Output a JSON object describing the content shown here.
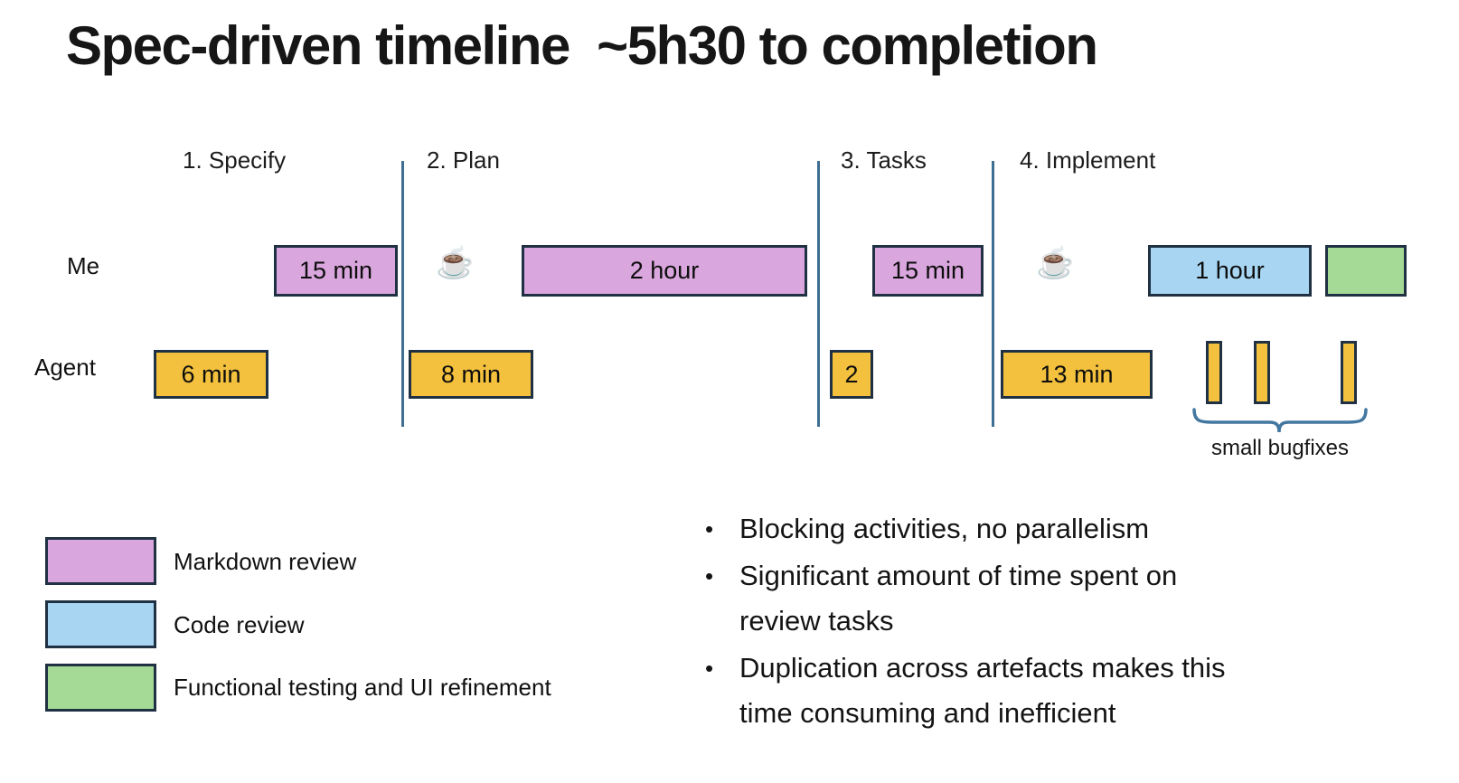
{
  "slide": {
    "title": "Spec-driven timeline  ~5h30 to completion"
  },
  "timeline": {
    "phase_labels": [
      {
        "label": "1. Specify"
      },
      {
        "label": "2. Plan"
      },
      {
        "label": "3. Tasks"
      },
      {
        "label": "4. Implement"
      }
    ],
    "row_labels": {
      "me": "Me",
      "agent": "Agent"
    },
    "me_row": {
      "box1": {
        "label": "15 min",
        "category": "Markdown review"
      },
      "coffee1": "☕",
      "box2": {
        "label": "2 hour",
        "category": "Markdown review"
      },
      "box3": {
        "label": "15 min",
        "category": "Markdown review"
      },
      "coffee2": "☕",
      "box4": {
        "label": "1 hour",
        "category": "Code review"
      },
      "box5": {
        "label": "",
        "category": "Functional testing and UI refinement"
      }
    },
    "agent_row": {
      "box1": {
        "label": "6 min"
      },
      "box2": {
        "label": "8 min"
      },
      "box3": {
        "label": "2"
      },
      "box4": {
        "label": "13 min"
      },
      "bugfix_bar_count": 3,
      "bugfix_caption": "small bugfixes"
    }
  },
  "legend": {
    "items": [
      {
        "label": "Markdown review",
        "color": "#D9A6DD"
      },
      {
        "label": "Code review",
        "color": "#A7D5F2"
      },
      {
        "label": "Functional testing and UI refinement",
        "color": "#A5D996"
      }
    ]
  },
  "notes": {
    "bullets": [
      "Blocking activities, no parallelism",
      "Significant amount of time spent on review tasks",
      "Duplication across artefacts makes this time consuming and inefficient"
    ]
  },
  "colors": {
    "markdown_review": "#D9A6DD",
    "code_review": "#A7D5F2",
    "functional_testing": "#A5D996",
    "agent_task": "#F3C13E",
    "box_border": "#1F3142",
    "divider": "#3E6E91",
    "brace": "#4377A0",
    "text": "#111111",
    "background": "#FFFFFF"
  }
}
